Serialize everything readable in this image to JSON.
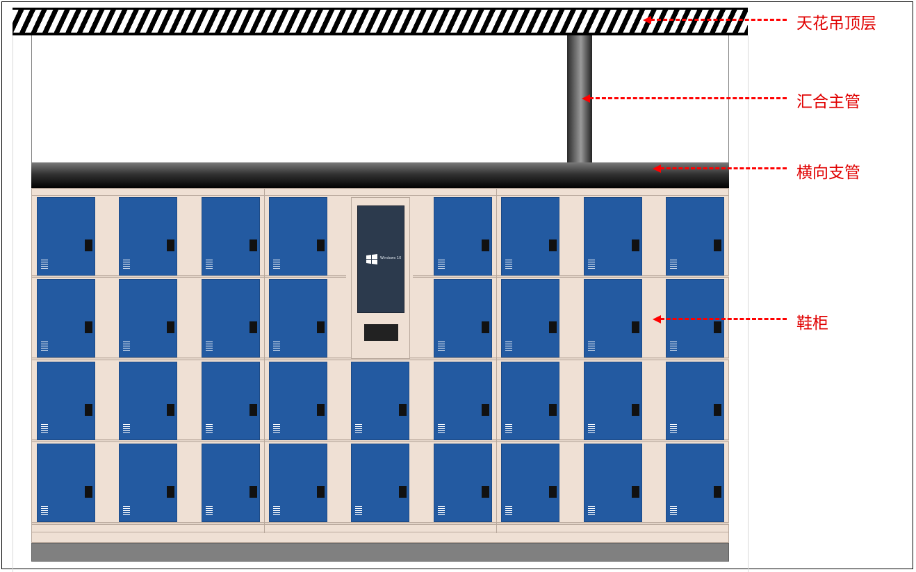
{
  "labels": {
    "ceiling": "天花吊顶层",
    "main_pipe": "汇合主管",
    "branch_pipe": "横向支管",
    "shoe_cabinet": "鞋柜"
  },
  "screen": {
    "os_text": "Windows 10"
  },
  "colors": {
    "door": "#235aa1",
    "cabinet_frame": "#efe0d4",
    "callout": "#ff0000",
    "screen": "#2c3a4d",
    "base": "#808080"
  },
  "cabinet": {
    "columns": 9,
    "rows": 4,
    "screen_column": 4,
    "screen_rows": 2
  }
}
